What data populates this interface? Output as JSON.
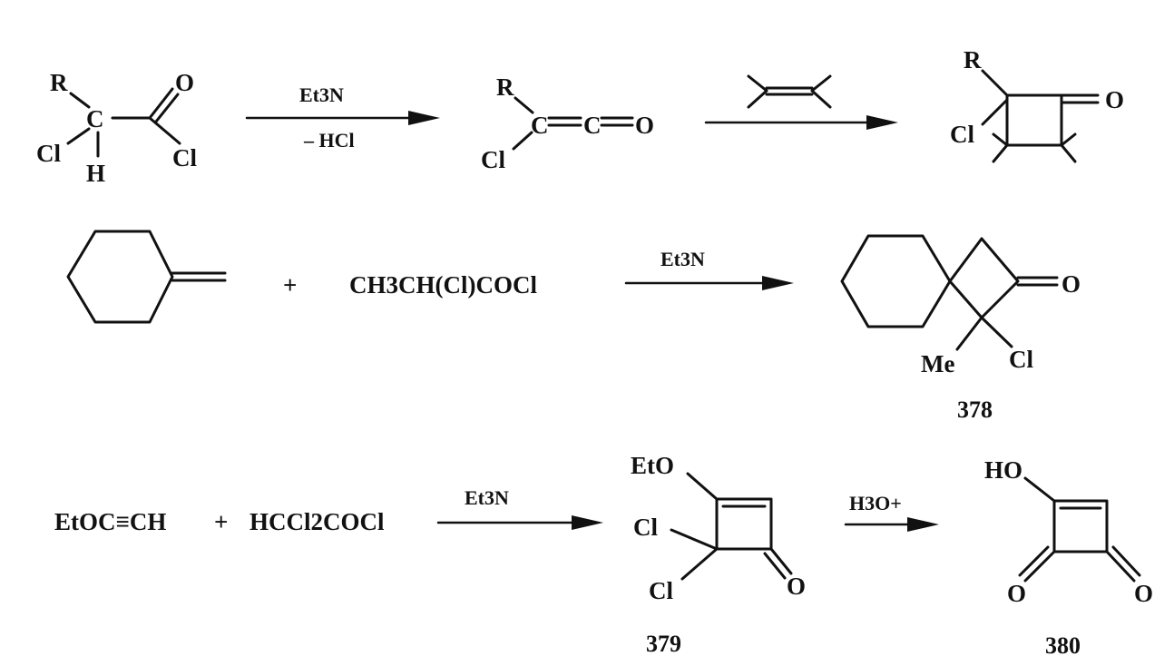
{
  "scheme": {
    "row1": {
      "acid_chloride": {
        "r": "R",
        "o": "O",
        "c": "C",
        "cl_left": "Cl",
        "h": "H",
        "cl_right": "Cl"
      },
      "arrow1": {
        "above": "Et3N",
        "below": "– HCl"
      },
      "ketene": {
        "r": "R",
        "c1": "C",
        "c2": "C",
        "o": "O",
        "cl": "Cl"
      },
      "cyclobutanone": {
        "r": "R",
        "cl": "Cl",
        "o": "O"
      }
    },
    "row2": {
      "plus": "+",
      "reagent": "CH3CH(Cl)COCl",
      "arrow": {
        "above": "Et3N"
      },
      "product": {
        "o": "O",
        "me": "Me",
        "cl": "Cl",
        "number": "378"
      }
    },
    "row3": {
      "reactant1": "EtOC≡CH",
      "plus": "+",
      "reactant2": "HCCl2COCl",
      "arrow1": {
        "above": "Et3N"
      },
      "product379": {
        "eto": "EtO",
        "cl1": "Cl",
        "cl2": "Cl",
        "o": "O",
        "number": "379"
      },
      "arrow2": {
        "above": "H3O+"
      },
      "product380": {
        "ho": "HO",
        "o1": "O",
        "o2": "O",
        "number": "380"
      }
    }
  }
}
